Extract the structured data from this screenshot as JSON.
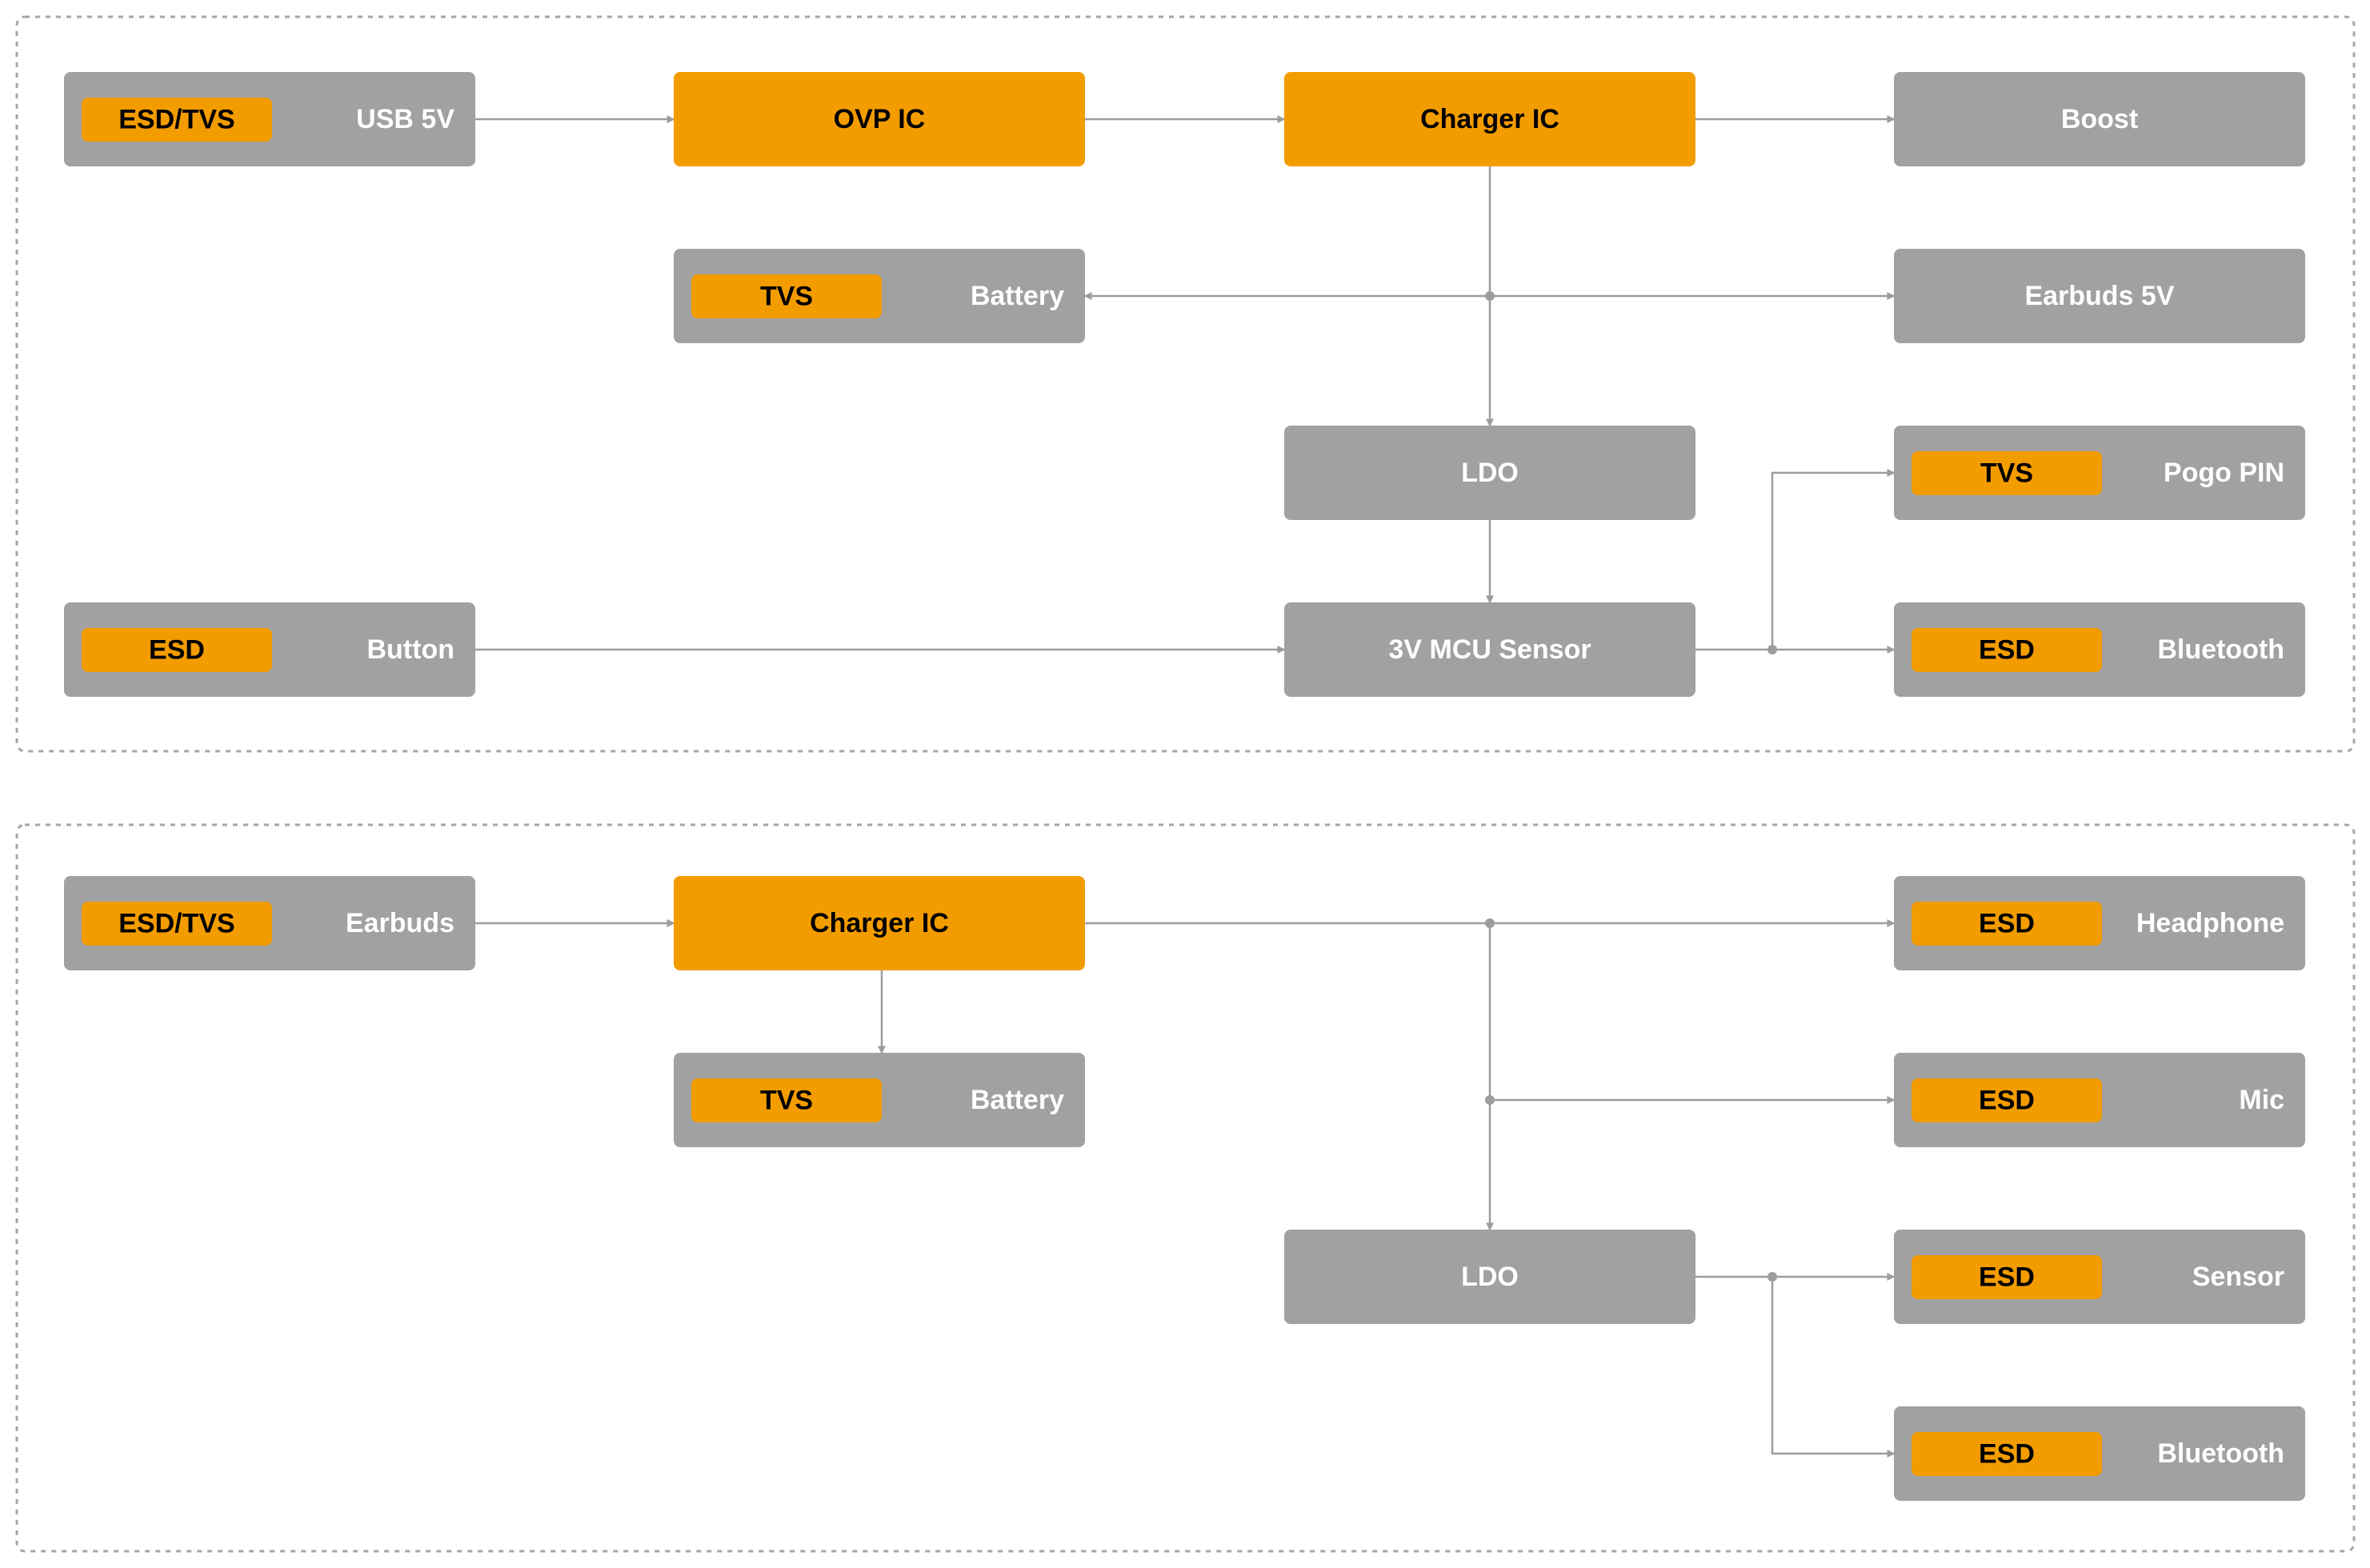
{
  "colors": {
    "gray_block": "#a0a1a0",
    "orange_block": "#f39c00",
    "white_text": "#ffffff",
    "dark_text": "#000000",
    "connector": "#9d9d9d",
    "panel_border": "#a6a6a6"
  },
  "panels": [
    {
      "id": "top-panel"
    },
    {
      "id": "bottom-panel"
    }
  ],
  "blocks": [
    {
      "id": "usb-5v",
      "style": "gray",
      "label": "USB 5V",
      "tag": "ESD/TVS"
    },
    {
      "id": "ovp-ic",
      "style": "orange",
      "label": "OVP IC"
    },
    {
      "id": "charger-ic-top",
      "style": "orange",
      "label": "Charger IC"
    },
    {
      "id": "boost",
      "style": "gray",
      "label": "Boost"
    },
    {
      "id": "battery-top",
      "style": "gray",
      "label": "Battery",
      "tag": "TVS"
    },
    {
      "id": "earbuds-5v",
      "style": "gray",
      "label": "Earbuds 5V"
    },
    {
      "id": "ldo-top",
      "style": "gray",
      "label": "LDO"
    },
    {
      "id": "pogo-pin",
      "style": "gray",
      "label": "Pogo PIN",
      "tag": "TVS"
    },
    {
      "id": "button",
      "style": "gray",
      "label": "Button",
      "tag": "ESD"
    },
    {
      "id": "mcu-sensor",
      "style": "gray",
      "label": "3V MCU Sensor"
    },
    {
      "id": "bluetooth-top",
      "style": "gray",
      "label": "Bluetooth",
      "tag": "ESD"
    },
    {
      "id": "earbuds",
      "style": "gray",
      "label": "Earbuds",
      "tag": "ESD/TVS"
    },
    {
      "id": "charger-ic-bottom",
      "style": "orange",
      "label": "Charger IC"
    },
    {
      "id": "headphone",
      "style": "gray",
      "label": "Headphone",
      "tag": "ESD"
    },
    {
      "id": "battery-bottom",
      "style": "gray",
      "label": "Battery",
      "tag": "TVS"
    },
    {
      "id": "mic",
      "style": "gray",
      "label": "Mic",
      "tag": "ESD"
    },
    {
      "id": "ldo-bottom",
      "style": "gray",
      "label": "LDO"
    },
    {
      "id": "sensor",
      "style": "gray",
      "label": "Sensor",
      "tag": "ESD"
    },
    {
      "id": "bluetooth-bottom",
      "style": "gray",
      "label": "Bluetooth",
      "tag": "ESD"
    }
  ],
  "connections": [
    {
      "from": "usb-5v",
      "to": "ovp-ic"
    },
    {
      "from": "ovp-ic",
      "to": "charger-ic-top"
    },
    {
      "from": "charger-ic-top",
      "to": "boost"
    },
    {
      "from": "charger-ic-top",
      "to": "battery-top"
    },
    {
      "from": "charger-ic-top",
      "to": "earbuds-5v"
    },
    {
      "from": "charger-ic-top",
      "to": "ldo-top"
    },
    {
      "from": "ldo-top",
      "to": "mcu-sensor"
    },
    {
      "from": "button",
      "to": "mcu-sensor"
    },
    {
      "from": "mcu-sensor",
      "to": "pogo-pin"
    },
    {
      "from": "mcu-sensor",
      "to": "bluetooth-top"
    },
    {
      "from": "earbuds",
      "to": "charger-ic-bottom"
    },
    {
      "from": "charger-ic-bottom",
      "to": "battery-bottom"
    },
    {
      "from": "charger-ic-bottom",
      "to": "headphone"
    },
    {
      "from": "charger-ic-bottom",
      "to": "mic"
    },
    {
      "from": "charger-ic-bottom",
      "to": "ldo-bottom"
    },
    {
      "from": "ldo-bottom",
      "to": "sensor"
    },
    {
      "from": "ldo-bottom",
      "to": "bluetooth-bottom"
    }
  ]
}
